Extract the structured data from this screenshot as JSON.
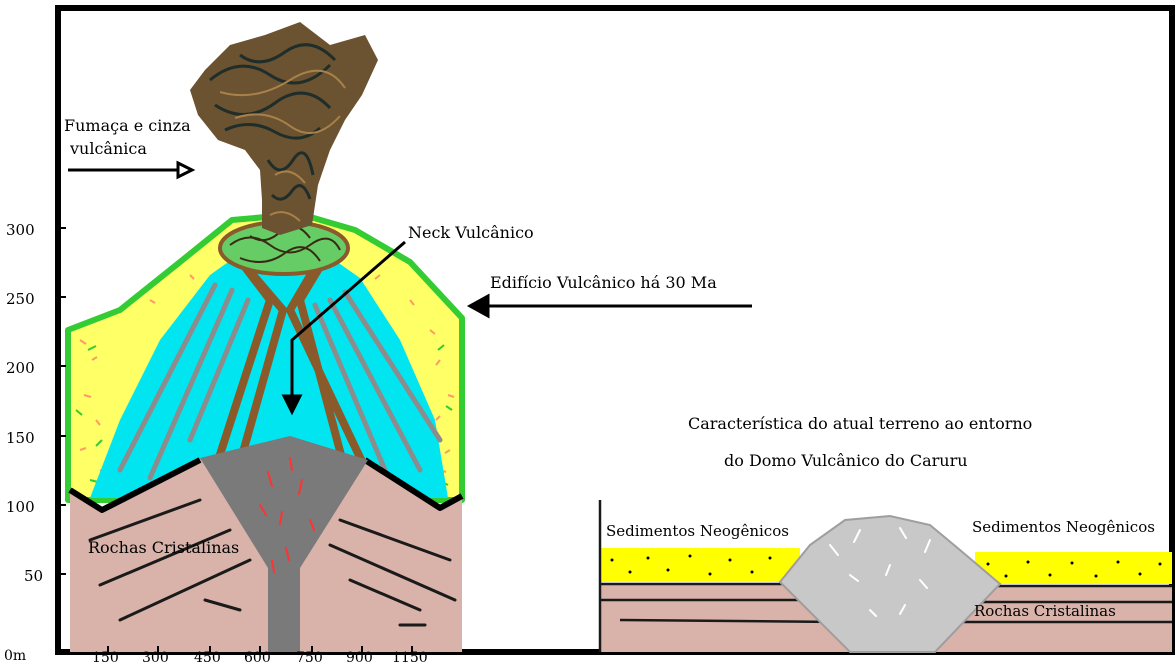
{
  "labels": {
    "smoke_line1": "Fumaça e cinza",
    "smoke_line2": "vulcânica",
    "neck": "Neck Vulcânico",
    "edifice": "Edifício Vulcânico há 30 Ma",
    "caption_line1": "Característica do atual terreno ao entorno",
    "caption_line2": "do Domo Vulcânico do Caruru",
    "rocks_left": "Rochas Cristalinas",
    "rocks_right": "Rochas Cristalinas",
    "sediments_left": "Sedimentos Neogênicos",
    "sediments_right": "Sedimentos Neogênicos"
  },
  "y_axis": {
    "ticks": [
      "300",
      "250",
      "200",
      "150",
      "100",
      "50",
      "0m"
    ]
  },
  "x_axis": {
    "ticks": [
      "150",
      "300",
      "450",
      "600",
      "750",
      "900",
      "1150"
    ]
  },
  "colors": {
    "frame": "#000000",
    "crystalline_rock": "#d9b3aa",
    "magma_chamber": "#00e5f0",
    "neck_core": "#7a7a7a",
    "neck_walls": "#8b5a2b",
    "ash_rim": "#ffff66",
    "ash_rim_green": "#33cc33",
    "sediment_yellow": "#ffff00",
    "dome_grey": "#c8c8c8",
    "veins_red": "#ff0000"
  }
}
